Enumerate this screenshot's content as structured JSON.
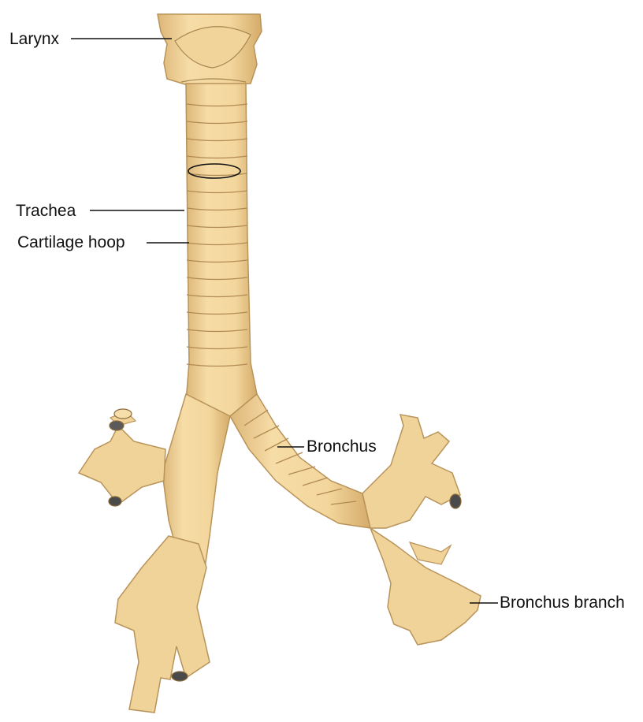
{
  "labels": {
    "larynx": "Larynx",
    "trachea": "Trachea",
    "cartilage_hoop": "Cartilage hoop",
    "bronchus": "Bronchus",
    "bronchus_branch": "Bronchus branch"
  },
  "colors": {
    "tissue": "#f2d59c",
    "tissue_shadow": "#d9b272",
    "ring_line": "#b08a52",
    "outline": "#8a6a3a",
    "lumen": "#4a4a4a"
  }
}
